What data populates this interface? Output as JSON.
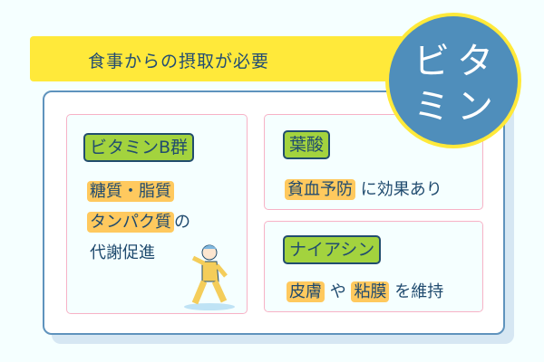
{
  "banner": {
    "text": "食事からの摂取が必要"
  },
  "badge": {
    "line1": "ビタ",
    "line2": "ミン",
    "char1": "ビ",
    "char2": "タ",
    "char3": "ミ",
    "char4": "ン"
  },
  "sections": [
    {
      "title": "ビタミンB群",
      "hl1": "糖質・脂質",
      "hl2": "タンパク質",
      "post2": "の",
      "line3": "代謝促進"
    },
    {
      "title": "葉酸",
      "hl1": "貧血予防",
      "post1": "に効果あり"
    },
    {
      "title": "ナイアシン",
      "hl1": "皮膚",
      "mid": "や",
      "hl2": "粘膜",
      "post": "を維持"
    }
  ],
  "colors": {
    "banner": "#ffe93a",
    "badge": "#4f8ebb",
    "tag": "#a3d33e",
    "highlight": "#ffc95e",
    "panel_border": "#f7b2c6"
  }
}
